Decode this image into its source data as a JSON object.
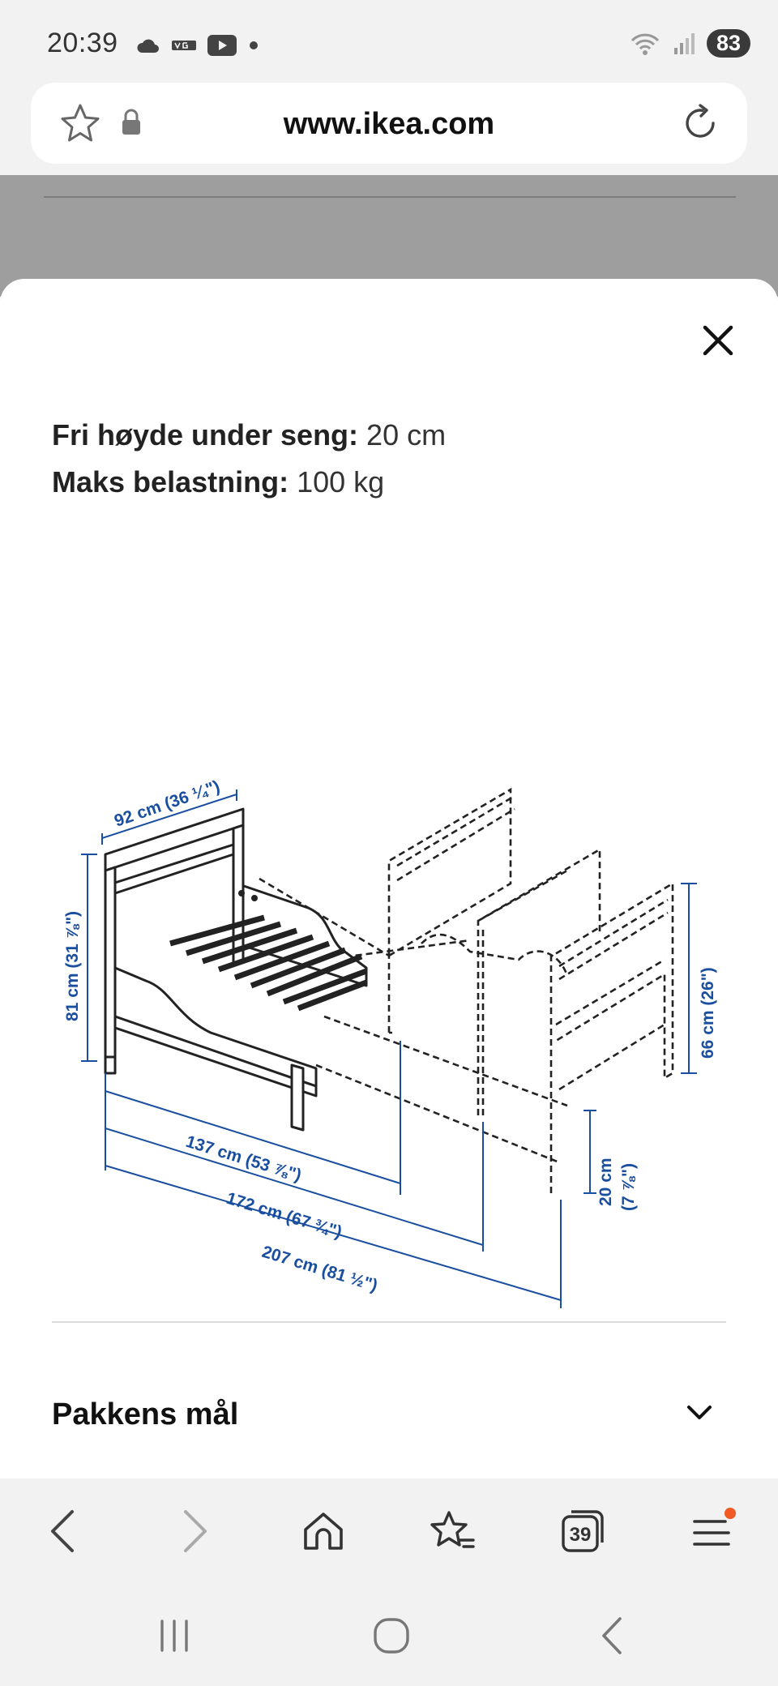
{
  "status_bar": {
    "time": "20:39",
    "battery": "83"
  },
  "address_bar": {
    "url": "www.ikea.com"
  },
  "specs": [
    {
      "label": "Fri høyde under seng:",
      "value": " 20 cm"
    },
    {
      "label": "Maks belastning:",
      "value": " 100 kg"
    }
  ],
  "drawing": {
    "width": "92 cm (36 ¼\")",
    "height_headboard": "81 cm (31 ⅞\")",
    "height_footboard": "66 cm (26\")",
    "clearance": "20 cm",
    "clearance_in": "(7 ⅞\")",
    "length_short": "137 cm (53 ⅞\")",
    "length_mid": "172 cm (67 ¾\")",
    "length_long": "207 cm (81 ½\")"
  },
  "section": {
    "title": "Pakkens mål"
  },
  "toolbar": {
    "tab_count": "39"
  },
  "colors": {
    "accent": "#1a4fa0",
    "notification": "#f15a24",
    "battery_bg": "#3a3a3a"
  }
}
